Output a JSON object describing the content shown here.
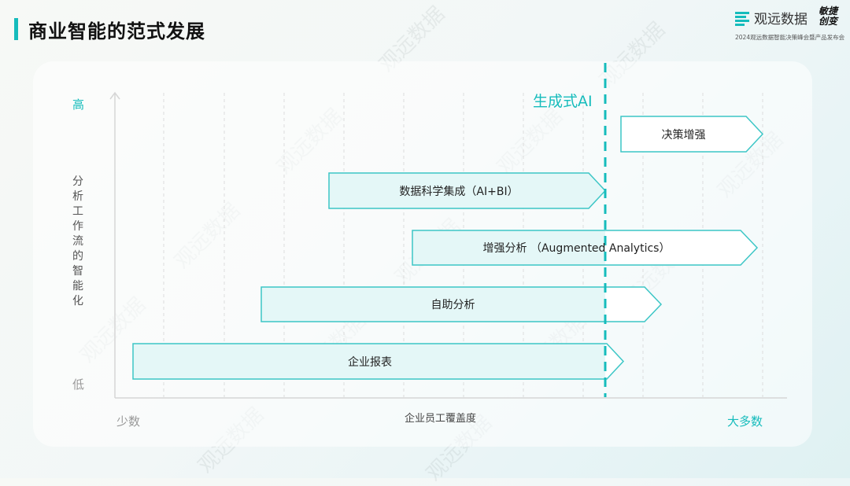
{
  "header": {
    "title": "商业智能的范式发展"
  },
  "logo": {
    "brand": "观远数据",
    "slogan": "敏捷创变",
    "subtitle": "2024观远数据智能决策峰会暨产品发布会"
  },
  "chart": {
    "y_axis": {
      "title": "分析工作流的智能化",
      "high": "高",
      "low": "低"
    },
    "x_axis": {
      "title": "企业员工覆盖度",
      "low": "少数",
      "high": "大多数"
    },
    "marker": {
      "label": "生成式AI"
    },
    "arrows": [
      {
        "label": "决策增强"
      },
      {
        "label": "数据科学集成（AI+BI）"
      },
      {
        "label": "增强分析 （Augmented Analytics）"
      },
      {
        "label": "自助分析"
      },
      {
        "label": "企业报表"
      }
    ]
  },
  "watermark": "观远数据",
  "colors": {
    "accent": "#16bcbc",
    "arrow_fill": "#e4f7f7",
    "arrow_stroke": "#3cc6c6"
  }
}
